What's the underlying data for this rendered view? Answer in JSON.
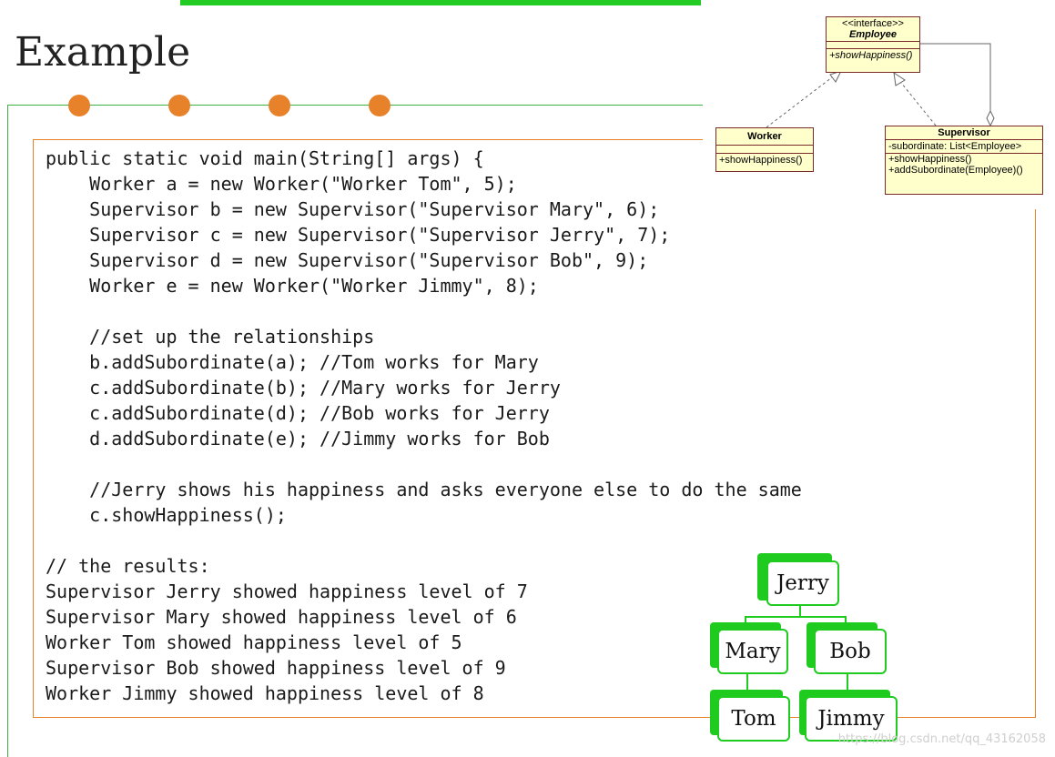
{
  "title": "Example",
  "code_lines": [
    "public static void main(String[] args) {",
    "    Worker a = new Worker(\"Worker Tom\", 5);",
    "    Supervisor b = new Supervisor(\"Supervisor Mary\", 6);",
    "    Supervisor c = new Supervisor(\"Supervisor Jerry\", 7);",
    "    Supervisor d = new Supervisor(\"Supervisor Bob\", 9);",
    "    Worker e = new Worker(\"Worker Jimmy\", 8);",
    "",
    "    //set up the relationships",
    "    b.addSubordinate(a); //Tom works for Mary",
    "    c.addSubordinate(b); //Mary works for Jerry",
    "    c.addSubordinate(d); //Bob works for Jerry",
    "    d.addSubordinate(e); //Jimmy works for Bob",
    "",
    "    //Jerry shows his happiness and asks everyone else to do the same",
    "    c.showHappiness();",
    "",
    "// the results:",
    "Supervisor Jerry showed happiness level of 7",
    "Supervisor Mary showed happiness level of 6",
    "Worker Tom showed happiness level of 5",
    "Supervisor Bob showed happiness level of 9",
    "Worker Jimmy showed happiness level of 8"
  ],
  "uml": {
    "employee": {
      "stereotype": "<<interface>>",
      "name": "Employee",
      "method": "+showHappiness()"
    },
    "worker": {
      "name": "Worker",
      "method": "+showHappiness()"
    },
    "supervisor": {
      "name": "Supervisor",
      "field": "-subordinate: List<Employee>",
      "methods": [
        "+showHappiness()",
        "+addSubordinate(Employee)()"
      ]
    }
  },
  "tree": {
    "root": "Jerry",
    "left": "Mary",
    "right": "Bob",
    "left_child": "Tom",
    "right_child": "Jimmy"
  },
  "watermark": "https://blog.csdn.net/qq_43162058",
  "colors": {
    "accent_orange": "#e8822a",
    "accent_green": "#1ecb1e",
    "uml_fill": "#ffffcc"
  }
}
